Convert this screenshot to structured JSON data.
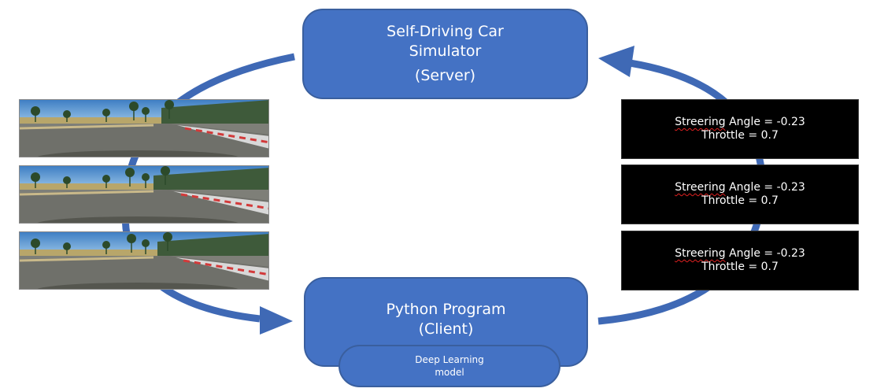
{
  "server": {
    "title_line1": "Self-Driving Car",
    "title_line2": "Simulator",
    "subtitle": "(Server)"
  },
  "client": {
    "title_line1": "Python Program",
    "title_line2": "(Client)"
  },
  "model": {
    "line1": "Deep Learning",
    "line2": "model"
  },
  "outputs": [
    {
      "steer_word": "Streering",
      "steer_rest": " Angle = -0.23",
      "throttle": "Throttle = 0.7"
    },
    {
      "steer_word": "Streering",
      "steer_rest": " Angle = -0.23",
      "throttle": "Throttle = 0.7"
    },
    {
      "steer_word": "Streering",
      "steer_rest": " Angle = -0.23",
      "throttle": "Throttle = 0.7"
    }
  ],
  "colors": {
    "box_fill": "#4472c4",
    "arrow": "#3f69b5",
    "output_bg": "#000000",
    "spellcheck": "#e02020"
  },
  "icons": [
    "road-camera-image",
    "curved-arrow"
  ]
}
